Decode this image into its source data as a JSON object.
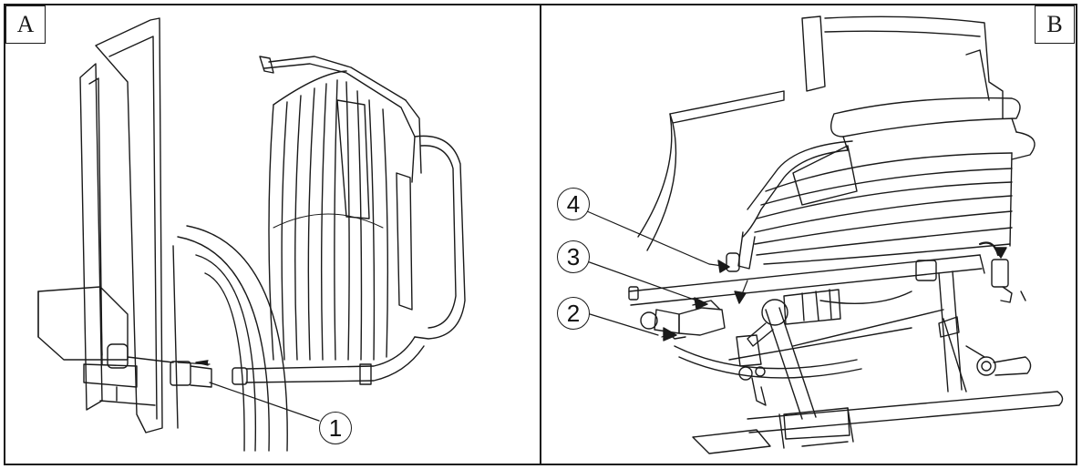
{
  "panels": [
    {
      "label": "A",
      "callouts": [
        "1"
      ]
    },
    {
      "label": "B",
      "callouts": [
        "4",
        "3",
        "2"
      ]
    }
  ],
  "colors": {
    "line": "#1a1a1a",
    "background": "#ffffff"
  }
}
